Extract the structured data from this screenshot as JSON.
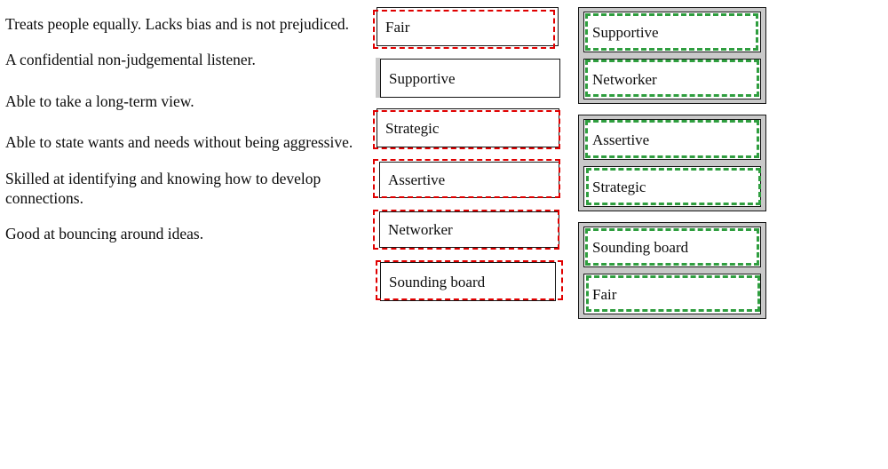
{
  "descriptions": [
    {
      "text": "Treats people equally. Lacks bias and is not prejudiced."
    },
    {
      "text": "A confidential non-judgemental listener."
    },
    {
      "text": "Able to take a long-term view."
    },
    {
      "text": "Able to state wants and needs without being aggressive."
    },
    {
      "text": "Skilled at identifying and knowing how to develop connections."
    },
    {
      "text": "Good at bouncing around ideas."
    }
  ],
  "middle_column": {
    "accent_color": "#e00000",
    "border_style": "dashed",
    "cards": [
      {
        "label": "Fair"
      },
      {
        "label": "Supportive"
      },
      {
        "label": "Strategic"
      },
      {
        "label": "Assertive"
      },
      {
        "label": "Networker"
      },
      {
        "label": "Sounding board"
      }
    ]
  },
  "right_column": {
    "accent_color": "#2f9e3f",
    "group_background": "#c9c9c9",
    "border_style": "dashed",
    "groups": [
      {
        "cards": [
          {
            "label": "Supportive"
          },
          {
            "label": "Networker"
          }
        ]
      },
      {
        "cards": [
          {
            "label": "Assertive"
          },
          {
            "label": "Strategic"
          }
        ]
      },
      {
        "cards": [
          {
            "label": "Sounding board"
          },
          {
            "label": "Fair"
          }
        ]
      }
    ]
  }
}
